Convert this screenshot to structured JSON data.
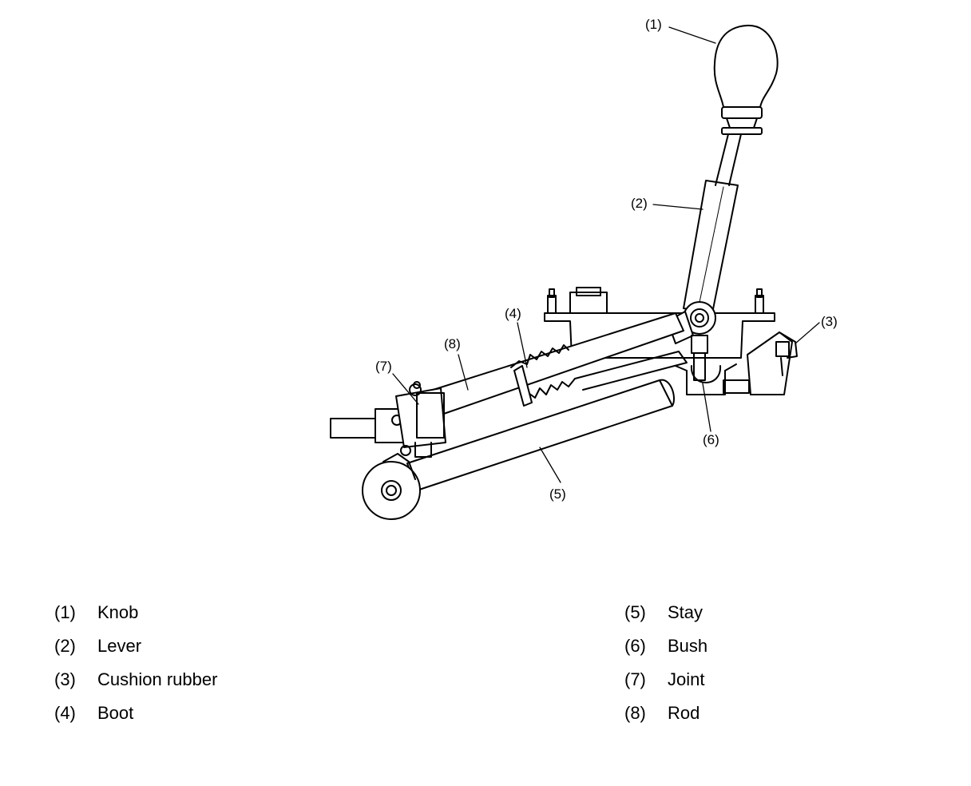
{
  "callouts": {
    "c1": "(1)",
    "c2": "(2)",
    "c3": "(3)",
    "c4": "(4)",
    "c5": "(5)",
    "c6": "(6)",
    "c7": "(7)",
    "c8": "(8)"
  },
  "legend": {
    "left": [
      {
        "num": "(1)",
        "name": "Knob"
      },
      {
        "num": "(2)",
        "name": "Lever"
      },
      {
        "num": "(3)",
        "name": "Cushion rubber"
      },
      {
        "num": "(4)",
        "name": "Boot"
      }
    ],
    "right": [
      {
        "num": "(5)",
        "name": "Stay"
      },
      {
        "num": "(6)",
        "name": "Bush"
      },
      {
        "num": "(7)",
        "name": "Joint"
      },
      {
        "num": "(8)",
        "name": "Rod"
      }
    ]
  }
}
